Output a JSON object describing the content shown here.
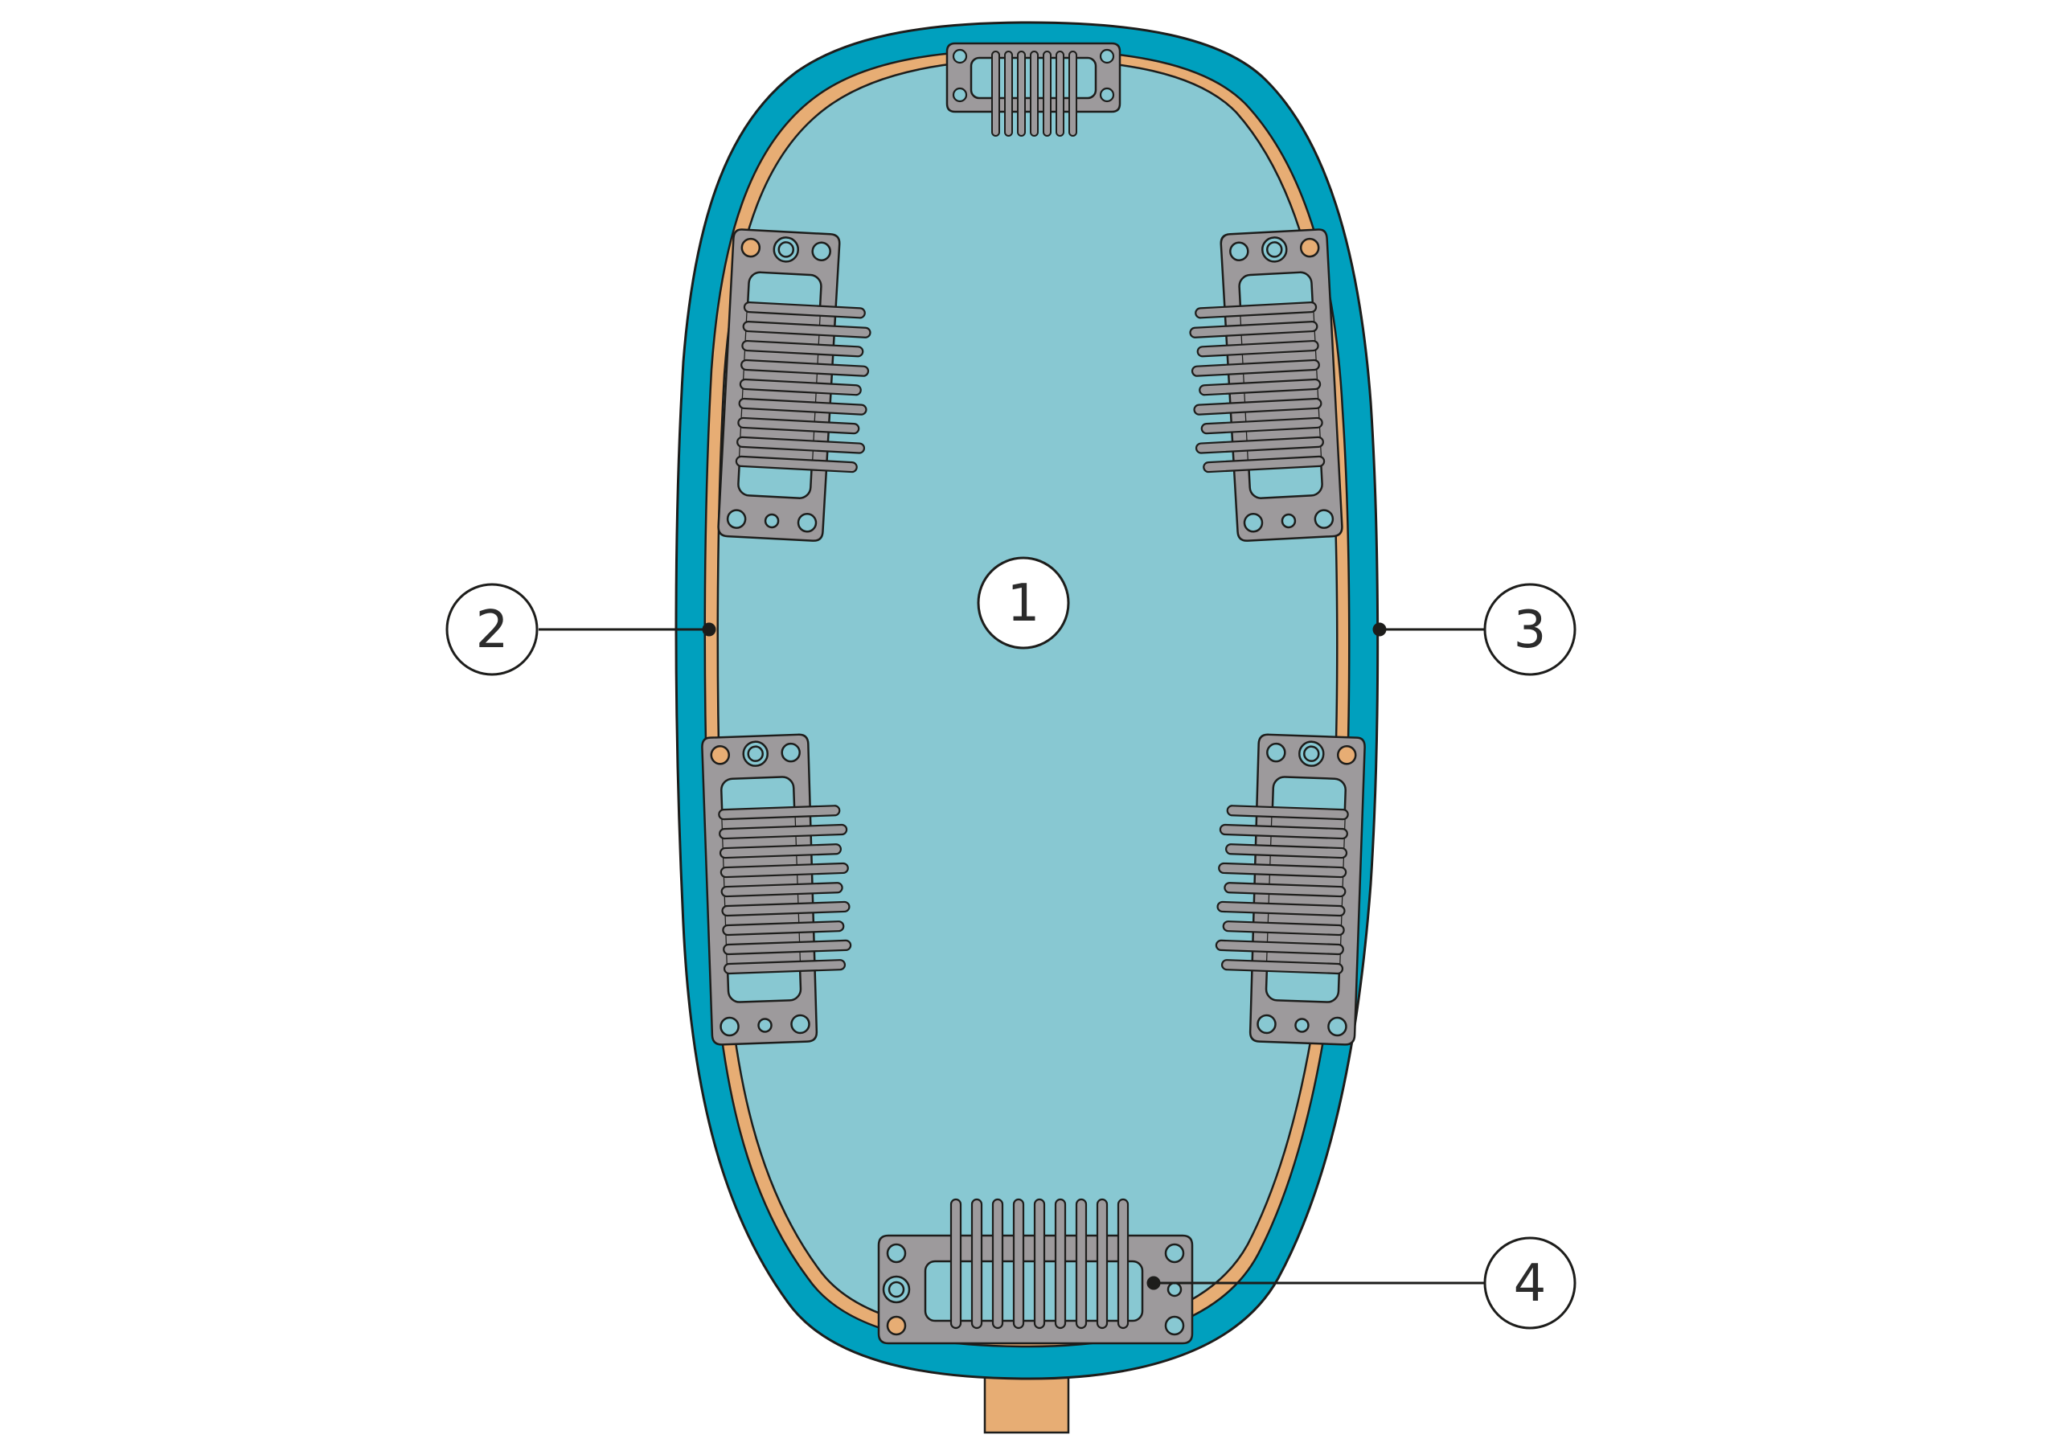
{
  "colors": {
    "outer_band": "#00a0be",
    "trim": "#e7ad74",
    "inner_base": "#88c8d2",
    "clip_fill": "#9d9a9c",
    "tab_fill": "#e7ad74",
    "outline": "#1d1d1b",
    "callout_fill": "#ffffff"
  },
  "icons": {
    "clip": "hair-clip-icon"
  },
  "callouts": [
    {
      "id": "1",
      "label": "1",
      "target": "inner-base"
    },
    {
      "id": "2",
      "label": "2",
      "target": "left-trim-edge"
    },
    {
      "id": "3",
      "label": "3",
      "target": "right-outer-edge"
    },
    {
      "id": "4",
      "label": "4",
      "target": "bottom-clip"
    }
  ]
}
